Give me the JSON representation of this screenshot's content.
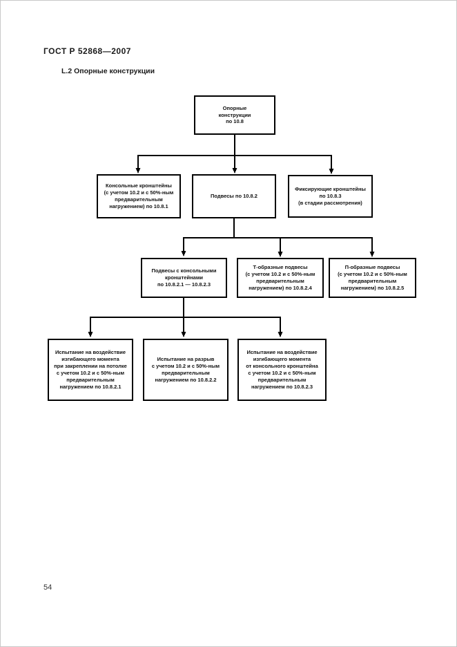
{
  "page": {
    "header": "ГОСТ Р 52868—2007",
    "section_title": "L.2 Опорные конструкции",
    "page_number": "54"
  },
  "diagram": {
    "type": "flowchart",
    "nodes": {
      "root": {
        "text": "Опорные\nконструкции\nпо 10.8"
      },
      "cantilever_brackets": {
        "text": "Консольные кронштейны\n(с учетом 10.2 и с 50%-ным\nпредварительным\nнагружением) по 10.8.1"
      },
      "pendants": {
        "text": "Подвесы по 10.8.2"
      },
      "fixing_brackets": {
        "text": "Фиксирующие кронштейны\nпо 10.8.3\n(в стадии рассмотрения)"
      },
      "pendants_with_cantilever": {
        "text": "Подвесы с консольными\nкронштейнами\nпо 10.8.2.1 — 10.8.2.3"
      },
      "t_shaped_pendants": {
        "text": "Т-образные подвесы\n(с учетом 10.2 и с 50%-ным\nпредварительным\nнагружением) по 10.8.2.4"
      },
      "p_shaped_pendants": {
        "text": "П-образные подвесы\n(с учетом 10.2 и с 50%-ным\nпредварительным\nнагружением) по 10.8.2.5"
      },
      "test_bending_ceiling": {
        "text": "Испытание на воздействие\nизгибающего момента\nпри закреплении на потолке\nс учетом 10.2 и с 50%-ным\nпредварительным\nнагружением по 10.8.2.1"
      },
      "test_rupture": {
        "text": "Испытание на разрыв\nс учетом 10.2 и с 50%-ным\nпредварительным\nнагружением по 10.8.2.2"
      },
      "test_bending_bracket": {
        "text": "Испытание на воздействие\nизгибающего момента\nот консольного кронштейна\nс учетом 10.2 и с 50%-ным\nпредварительным\nнагружением по 10.8.2.3"
      }
    },
    "edges": [
      {
        "from": "root",
        "to": "cantilever_brackets"
      },
      {
        "from": "root",
        "to": "pendants"
      },
      {
        "from": "root",
        "to": "fixing_brackets"
      },
      {
        "from": "pendants",
        "to": "pendants_with_cantilever"
      },
      {
        "from": "pendants",
        "to": "t_shaped_pendants"
      },
      {
        "from": "pendants",
        "to": "p_shaped_pendants"
      },
      {
        "from": "pendants_with_cantilever",
        "to": "test_bending_ceiling"
      },
      {
        "from": "pendants_with_cantilever",
        "to": "test_rupture"
      },
      {
        "from": "pendants_with_cantilever",
        "to": "test_bending_bracket"
      }
    ],
    "line_color": "#000000"
  }
}
